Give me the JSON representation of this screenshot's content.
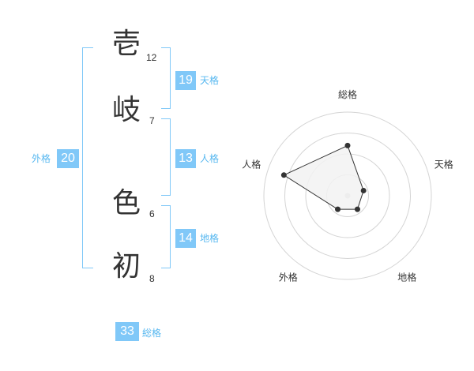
{
  "name": {
    "characters": [
      {
        "char": "壱",
        "strokes": "12"
      },
      {
        "char": "岐",
        "strokes": "7"
      },
      {
        "char": "色",
        "strokes": "6"
      },
      {
        "char": "初",
        "strokes": "8"
      }
    ]
  },
  "fortunes": {
    "tenkaku": {
      "value": "19",
      "label": "天格"
    },
    "jinkaku": {
      "value": "13",
      "label": "人格"
    },
    "chikaku": {
      "value": "14",
      "label": "地格"
    },
    "gaikaku": {
      "value": "20",
      "label": "外格"
    },
    "soukaku": {
      "value": "33",
      "label": "総格"
    }
  },
  "radar": {
    "axes": [
      "総格",
      "天格",
      "地格",
      "外格",
      "人格"
    ],
    "levels": 4,
    "values": [
      3,
      1,
      1,
      1,
      4
    ],
    "max": 5,
    "fill_color": "#f2f2f2",
    "line_color": "#333333"
  },
  "colors": {
    "accent": "#80c8f8",
    "label": "#58b8f0"
  }
}
